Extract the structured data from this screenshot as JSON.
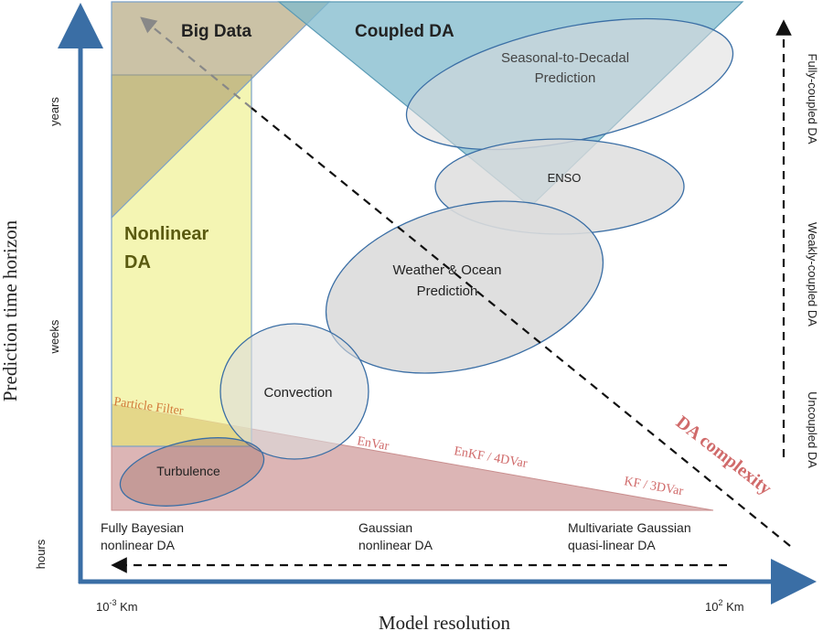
{
  "regions": {
    "big_data": "Big Data",
    "coupled_da": "Coupled DA",
    "nonlinear_da_line1": "Nonlinear",
    "nonlinear_da_line2": "DA",
    "particle_filter": "Particle Filter"
  },
  "ellipses": {
    "seasonal_line1": "Seasonal-to-Decadal",
    "seasonal_line2": "Prediction",
    "enso": "ENSO",
    "weather_line1": "Weather & Ocean",
    "weather_line2": "Prediction",
    "convection": "Convection",
    "turbulence": "Turbulence"
  },
  "methods": {
    "envar": "EnVar",
    "enkf": "EnKF / 4DVar",
    "kf": "KF / 3DVar"
  },
  "da_complexity": "DA complexity",
  "y_axis": {
    "label": "Prediction time horizon",
    "ticks": [
      "years",
      "weeks",
      "hours"
    ]
  },
  "x_axis": {
    "label": "Model resolution",
    "left_base": "10",
    "left_exp": "-3",
    "left_unit": " Km",
    "right_base": "10",
    "right_exp": "2",
    "right_unit": " Km"
  },
  "x_categories": {
    "left_line1": "Fully Bayesian",
    "left_line2": "nonlinear DA",
    "mid_line1": "Gaussian",
    "mid_line2": "nonlinear DA",
    "right_line1": "Multivariate Gaussian",
    "right_line2": "quasi-linear DA"
  },
  "right_categories": [
    "Fully-coupled DA",
    "Weakly-coupled DA",
    "Uncoupled DA"
  ],
  "colors": {
    "axis": "#3a6ea5",
    "coupled": "#7fb9cc",
    "big_data": "#b5a68c",
    "nonlinear": "#eef08a",
    "nonlinear_text": "#5a5a10",
    "pink": "#c98e8e",
    "brown_tri": "#c8a060",
    "ellipse": "#dcdcdc",
    "red_text": "#d06a6a",
    "orange_text": "#d27a3a"
  }
}
